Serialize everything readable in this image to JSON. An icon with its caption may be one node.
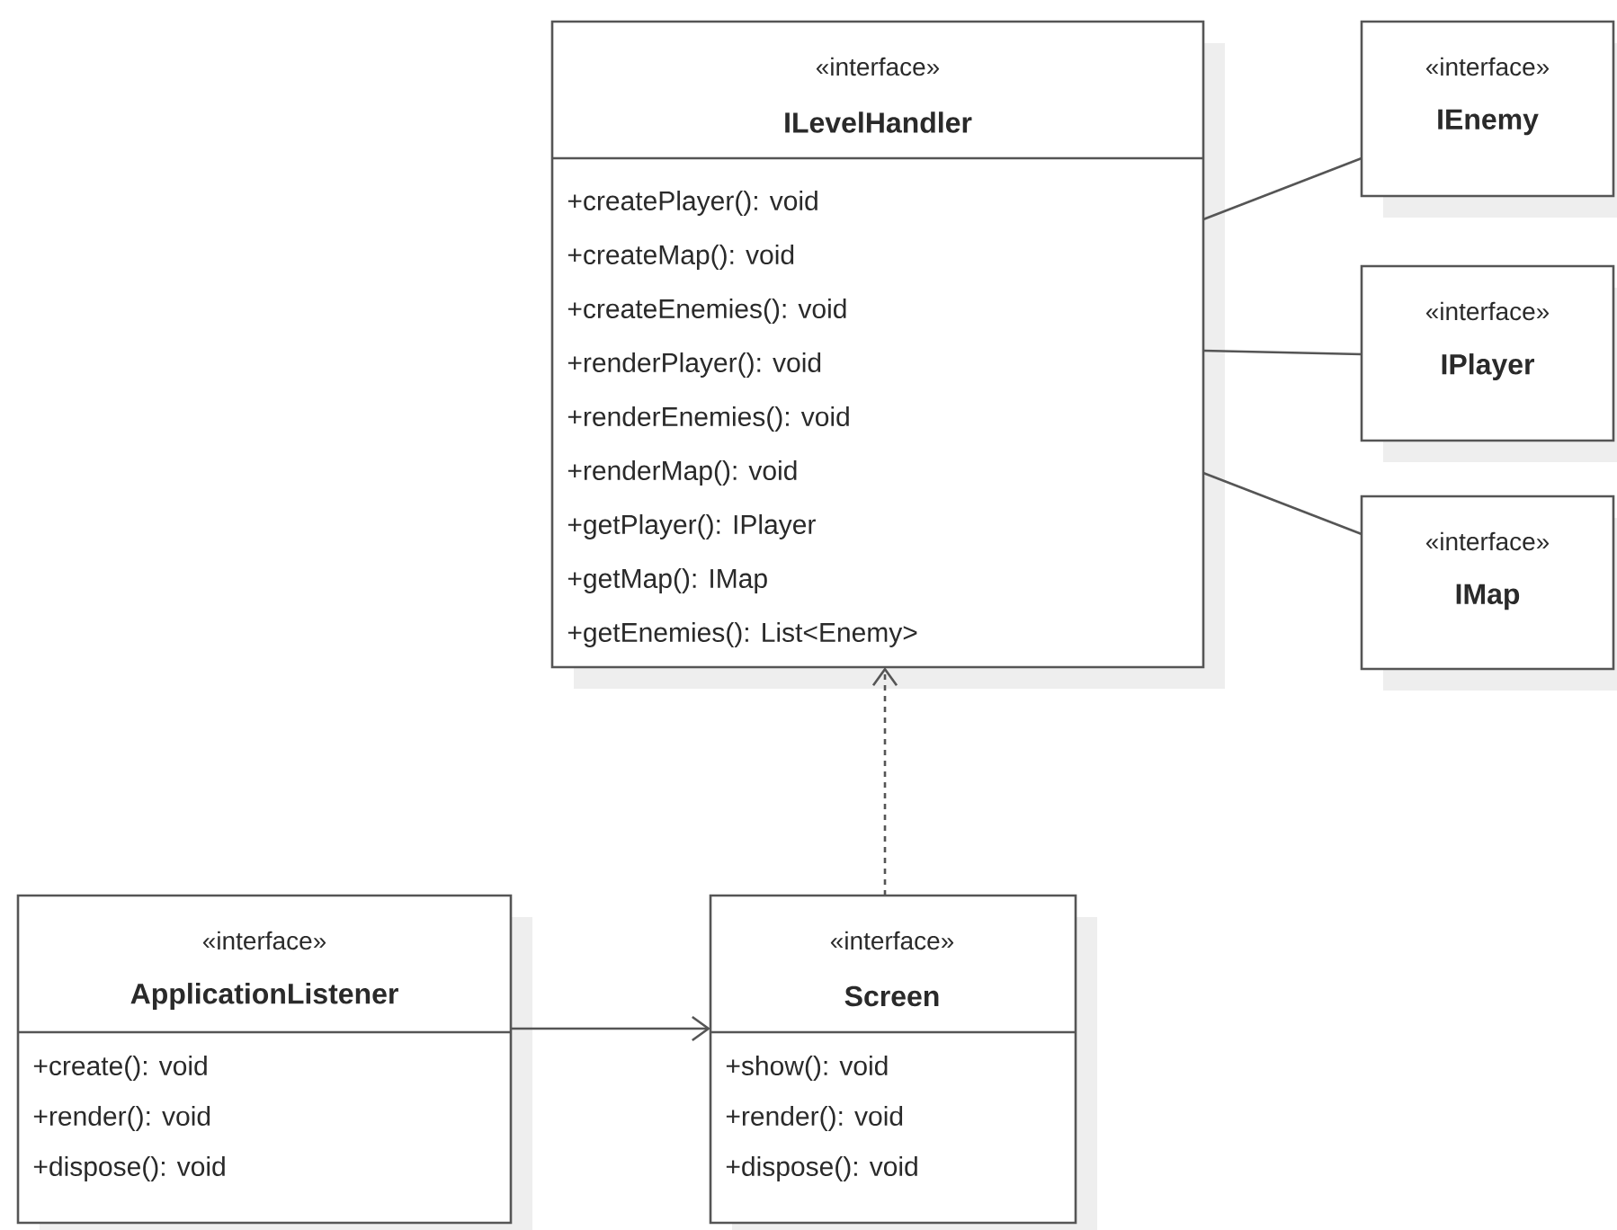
{
  "diagram": {
    "nodes": [
      {
        "text": [
          "«interface»",
          "ILevelHandler",
          "+createPlayer(): void",
          "+createMap(): void",
          "+createEnemies(): void",
          "+renderPlayer(): void",
          "+renderEnemies(): void",
          "+renderMap(): void",
          "+getPlayer(): IPlayer",
          "+getMap(): IMap",
          "+getEnemies(): List<Enemy>"
        ]
      },
      {
        "text": [
          "«interface»",
          "IEnemy"
        ]
      },
      {
        "text": [
          "«interface»",
          "IPlayer"
        ]
      },
      {
        "text": [
          "«interface»",
          "IMap"
        ]
      },
      {
        "text": [
          "«interface»",
          "ApplicationListener",
          "+create(): void",
          "+render(): void",
          "+dispose(): void"
        ]
      },
      {
        "text": [
          "«interface»",
          "Screen",
          "+show(): void",
          "+render(): void",
          "+dispose(): void"
        ]
      }
    ],
    "edges": [
      {
        "from": 0,
        "to": 1,
        "arrow": "none"
      },
      {
        "from": 0,
        "to": 2,
        "arrow": "none"
      },
      {
        "from": 0,
        "to": 3,
        "arrow": "none"
      },
      {
        "from": 5,
        "to": 0,
        "arrow": "to",
        "style": "dashed"
      },
      {
        "from": 4,
        "to": 5,
        "arrow": "to"
      }
    ]
  }
}
